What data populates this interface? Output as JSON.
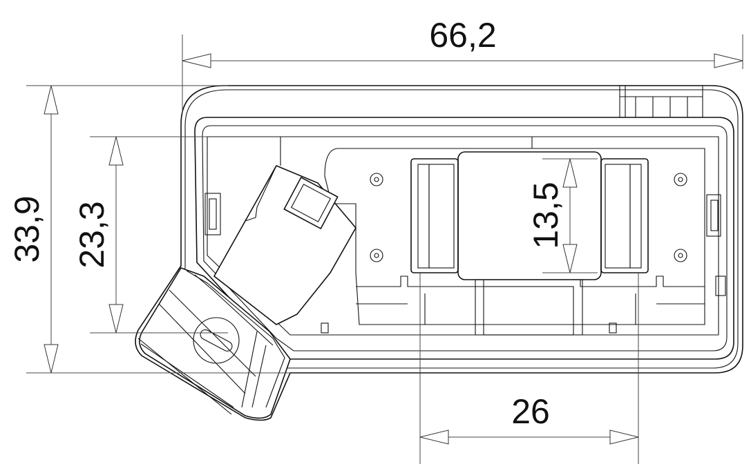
{
  "dimensions": {
    "overall_width": "66,2",
    "overall_height": "33,9",
    "inner_height": "23,3",
    "pad_height": "13,5",
    "pad_spacing": "26"
  },
  "colors": {
    "line": "#111111",
    "dimension_line": "#444444",
    "background": "#ffffff"
  }
}
